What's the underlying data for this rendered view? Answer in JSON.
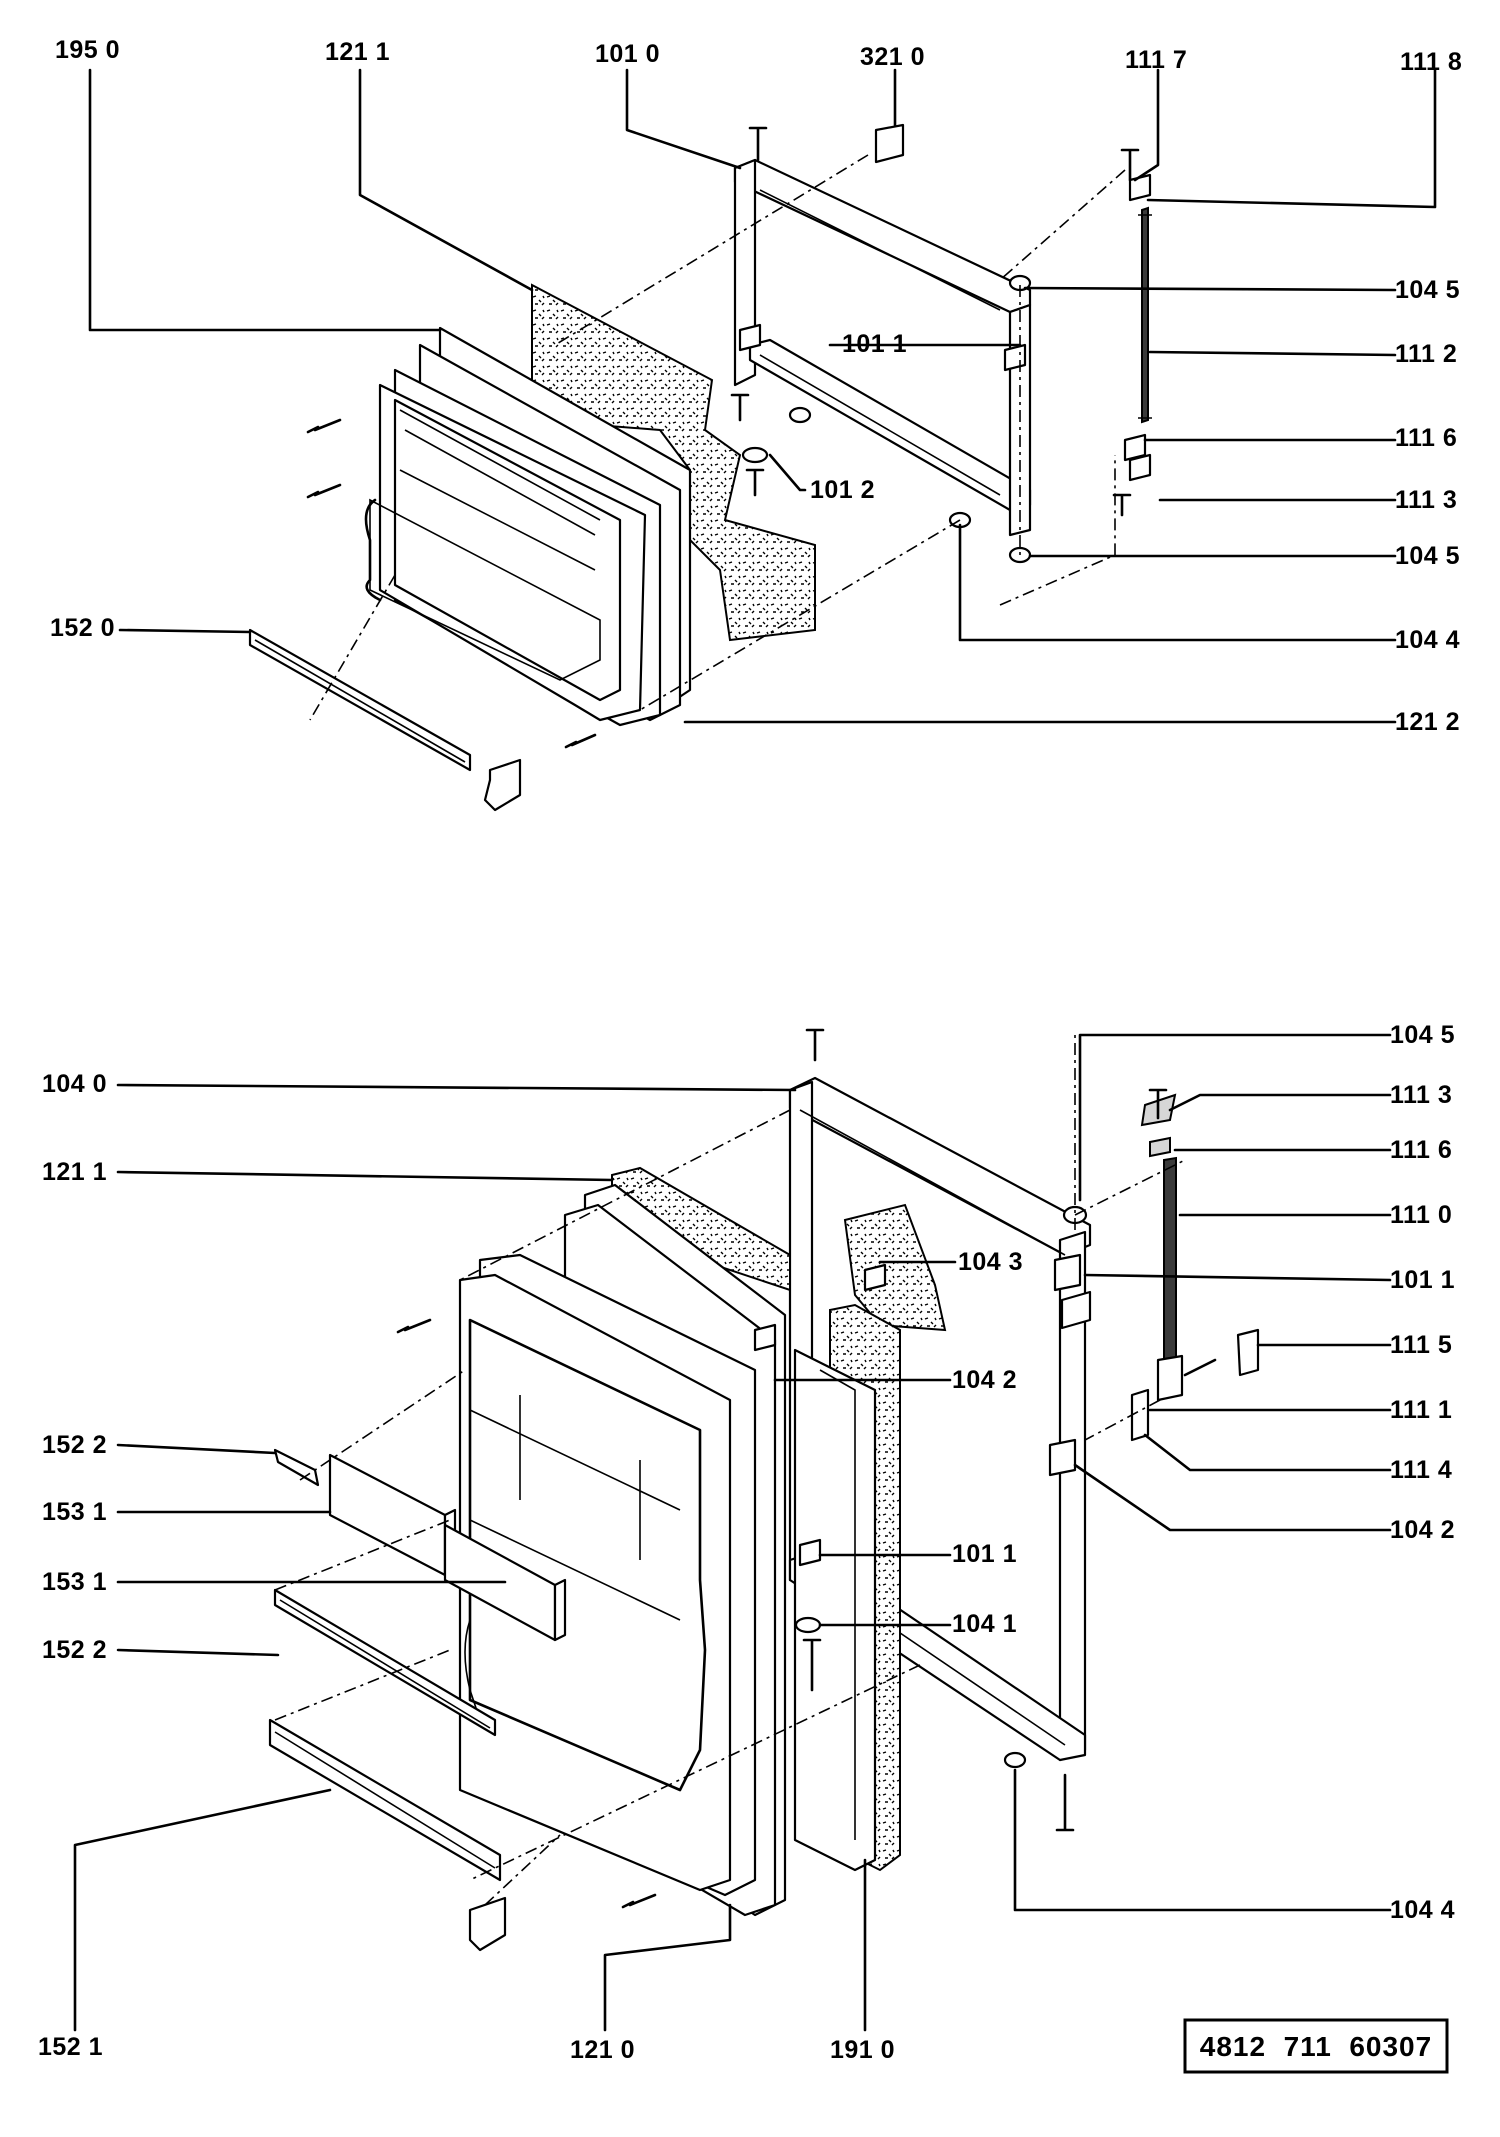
{
  "document_number": "4812  711  60307",
  "top_diagram": {
    "labels": {
      "l1950": "195 0",
      "l1211": "121 1",
      "l1010": "101 0",
      "l3210": "321 0",
      "l1117": "111 7",
      "l1118": "111 8",
      "l1045a": "104 5",
      "l1112": "111 2",
      "l1011": "101 1",
      "l1116": "111 6",
      "l1012": "101 2",
      "l1113": "111 3",
      "l1045b": "104 5",
      "l1520": "152 0",
      "l1044": "104 4",
      "l1212": "121 2"
    }
  },
  "bottom_diagram": {
    "labels": {
      "l1040": "104 0",
      "l1045": "104 5",
      "l1113": "111 3",
      "l1211": "121 1",
      "l1116": "111 6",
      "l1110": "111 0",
      "l1043": "104 3",
      "l1011a": "101 1",
      "l1042a": "104 2",
      "l1115": "111 5",
      "l1522a": "152 2",
      "l1111": "111 1",
      "l1531a": "153 1",
      "l1114": "111 4",
      "l1042b": "104 2",
      "l1011b": "101 1",
      "l1531b": "153 1",
      "l1041": "104 1",
      "l1522b": "152 2",
      "l1044": "104 4",
      "l1521": "152 1",
      "l1210": "121 0",
      "l1910": "191 0"
    }
  }
}
